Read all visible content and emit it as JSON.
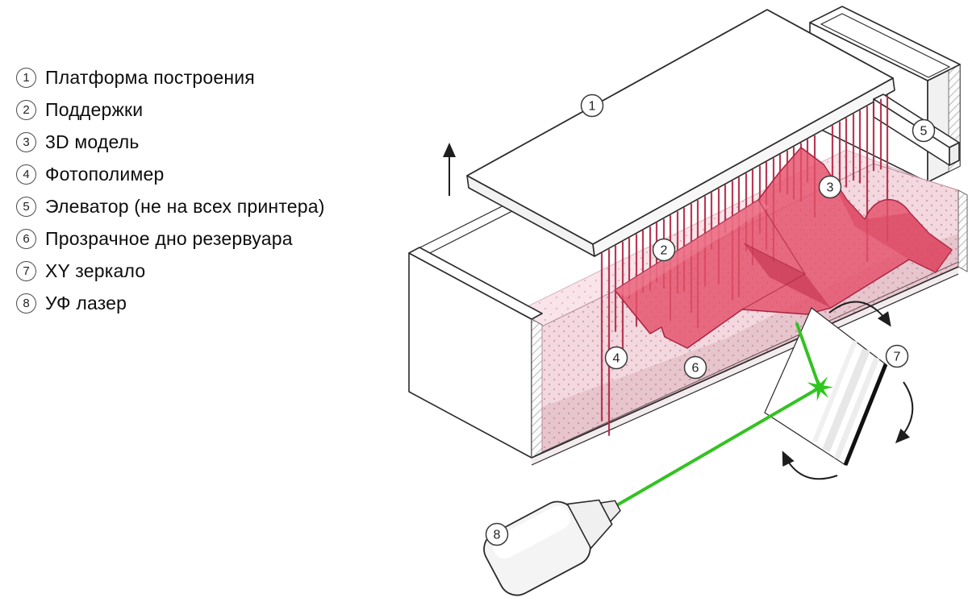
{
  "legend": {
    "items": [
      {
        "num": "1",
        "text": "Платформа построения"
      },
      {
        "num": "2",
        "text": "Поддержки"
      },
      {
        "num": "3",
        "text": "3D модель"
      },
      {
        "num": "4",
        "text": "Фотополимер"
      },
      {
        "num": "5",
        "text": "Элеватор (не на всех принтера)"
      },
      {
        "num": "6",
        "text": "Прозрачное дно резервуара"
      },
      {
        "num": "7",
        "text": "XY зеркало"
      },
      {
        "num": "8",
        "text": "УФ лазер"
      }
    ]
  },
  "diagram": {
    "labels": [
      {
        "num": "1"
      },
      {
        "num": "2"
      },
      {
        "num": "3"
      },
      {
        "num": "4"
      },
      {
        "num": "5"
      },
      {
        "num": "6"
      },
      {
        "num": "7"
      },
      {
        "num": "8"
      }
    ]
  },
  "colors": {
    "laser_green": "#33c222",
    "model_red": "#e4506a",
    "support_red": "#b42a46",
    "resin_pink": "#f3d8df",
    "outline": "#2a2a2a"
  }
}
